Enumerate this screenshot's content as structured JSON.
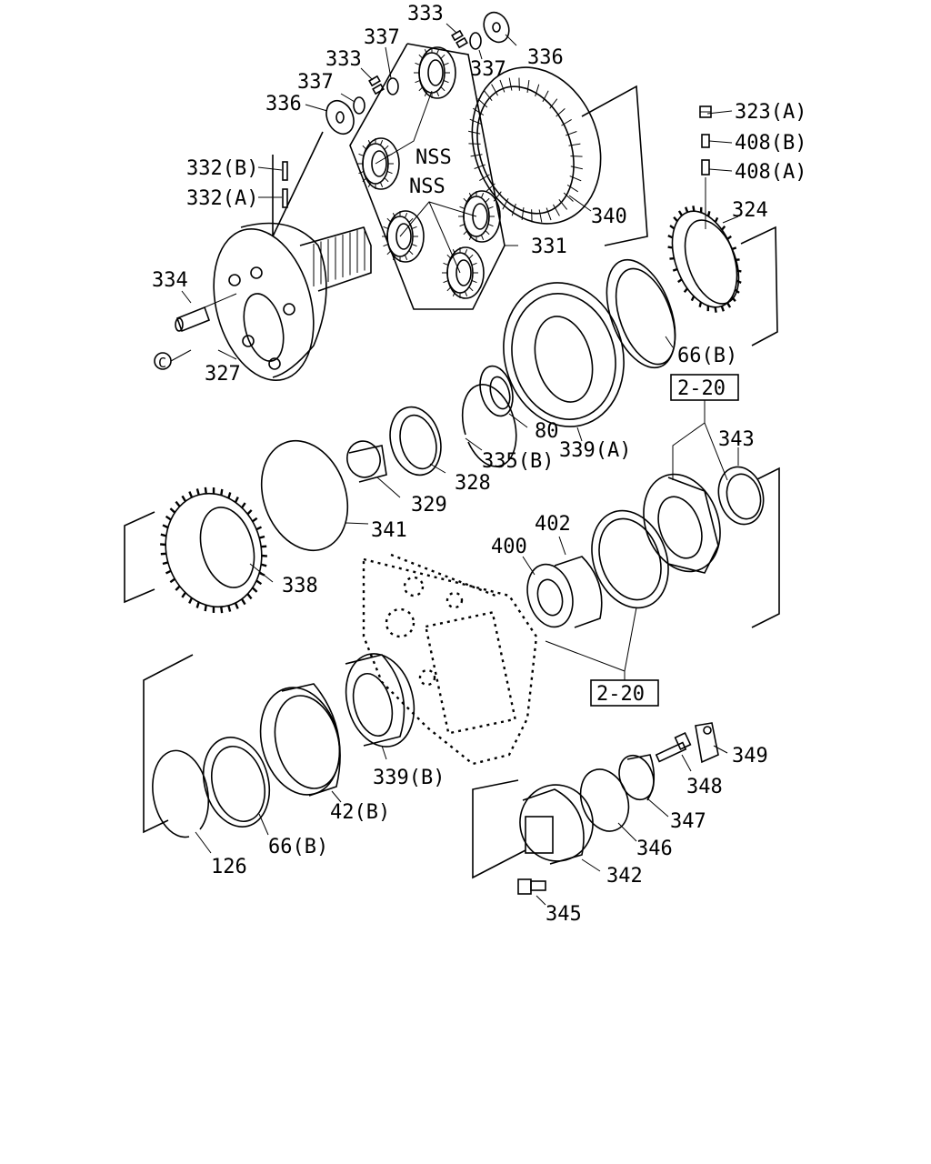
{
  "callouts": {
    "p323A": "323(A)",
    "p408B": "408(B)",
    "p408A": "408(A)",
    "p324": "324",
    "p333a": "333",
    "p333b": "333",
    "p337a": "337",
    "p337b": "337",
    "p337c": "337",
    "p336a": "336",
    "p336b": "336",
    "p332B": "332(B)",
    "p332A": "332(A)",
    "nss1": "NSS",
    "nss2": "NSS",
    "p340": "340",
    "p331": "331",
    "p334": "334",
    "circleC": "C",
    "p327": "327",
    "p66B_a": "66(B)",
    "p80": "80",
    "p335B": "335(B)",
    "p339A": "339(A)",
    "p328": "328",
    "p329": "329",
    "p341": "341",
    "p338": "338",
    "p343": "343",
    "p402": "402",
    "p400": "400",
    "ref220_top": "2-20",
    "ref220_bottom": "2-20",
    "p339B": "339(B)",
    "p42B": "42(B)",
    "p66B_b": "66(B)",
    "p126": "126",
    "p349": "349",
    "p348": "348",
    "p347": "347",
    "p346": "346",
    "p342": "342",
    "p345": "345"
  }
}
